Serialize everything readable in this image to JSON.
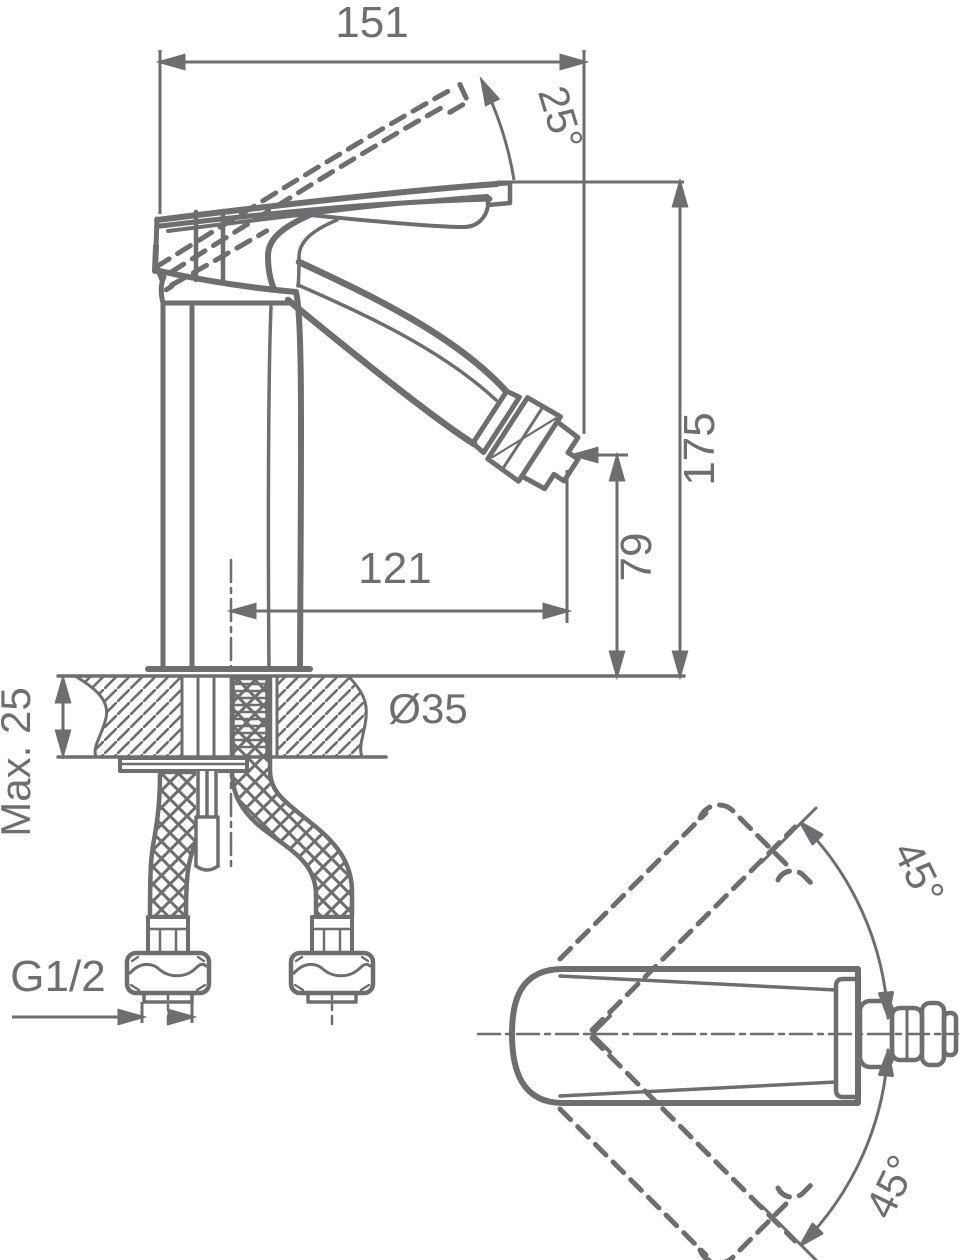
{
  "drawing_type": "faucet installation dimension drawing",
  "colors": {
    "line": "#6e6e71",
    "background": "#ffffff"
  },
  "views": {
    "side": {
      "labels": {
        "overall_length": "151",
        "handle_open_angle": "25°",
        "overall_height": "175",
        "outlet_height": "79",
        "spout_reach": "121",
        "counter_thickness": "Max. 25",
        "hole_diameter": "Ø35",
        "connection_thread": "G1/2"
      }
    },
    "top": {
      "labels": {
        "swivel_upper": "45°",
        "swivel_lower": "45°"
      }
    }
  }
}
